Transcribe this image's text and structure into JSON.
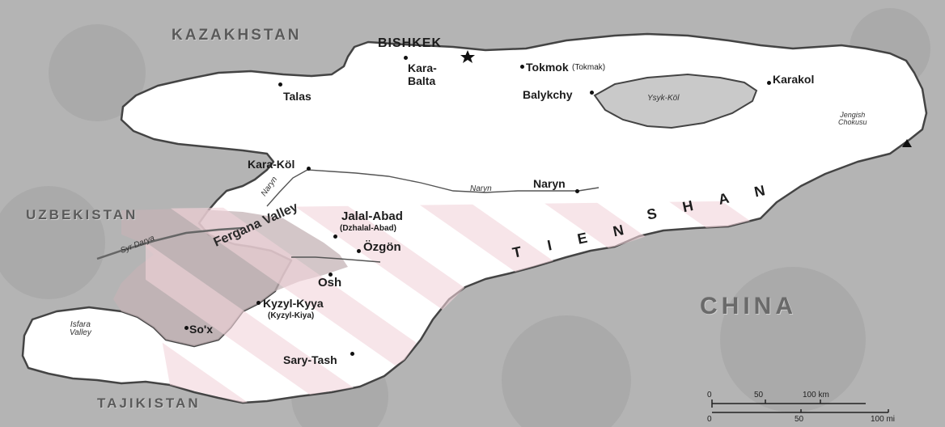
{
  "countries": {
    "kazakhstan": "KAZAKHSTAN",
    "uzbekistan": "UZBEKISTAN",
    "tajikistan": "TAJIKISTAN",
    "china": "CHINA"
  },
  "capital": "BISHKEK",
  "cities": {
    "kara_balta": "Kara-\nBalta",
    "talas": "Talas",
    "tokmok": "Tokmok",
    "tokmok_alt": "(Tokmak)",
    "balykchy": "Balykchy",
    "karakol": "Karakol",
    "kara_kol": "Kara-Köl",
    "naryn": "Naryn",
    "jalal_abad": "Jalal-Abad",
    "jalal_abad_alt": "(Dzhalal-Abad)",
    "ozgon": "Özgön",
    "osh": "Osh",
    "kyzyl_kyya": "Kyzyl-Kyya",
    "kyzyl_kyya_alt": "(Kyzyl-Kiya)",
    "sox": "So'x",
    "sary_tash": "Sary-Tash"
  },
  "water": {
    "lake": "Ysyk-Köl",
    "naryn_river_west": "Naryn",
    "naryn_river_east": "Naryn",
    "syr_darya": "Syr Darya"
  },
  "regions": {
    "fergana_valley": "Fergana Valley",
    "isfara_valley": "Isfara\nValley",
    "tien_shan_west": "T I E N",
    "tien_shan_east": "S H A N"
  },
  "peak": "Jengish\nChokusu",
  "scale": {
    "km_ticks": [
      "0",
      "50",
      "100 km"
    ],
    "mi_ticks": [
      "0",
      "50",
      "100 mi"
    ]
  },
  "colors": {
    "land_outside": "#b3b3b3",
    "kyrgyzstan": "#ffffff",
    "fergana_valley": "#c4b3b6",
    "border": "#4a4a4a",
    "lake": "#cacaca"
  }
}
